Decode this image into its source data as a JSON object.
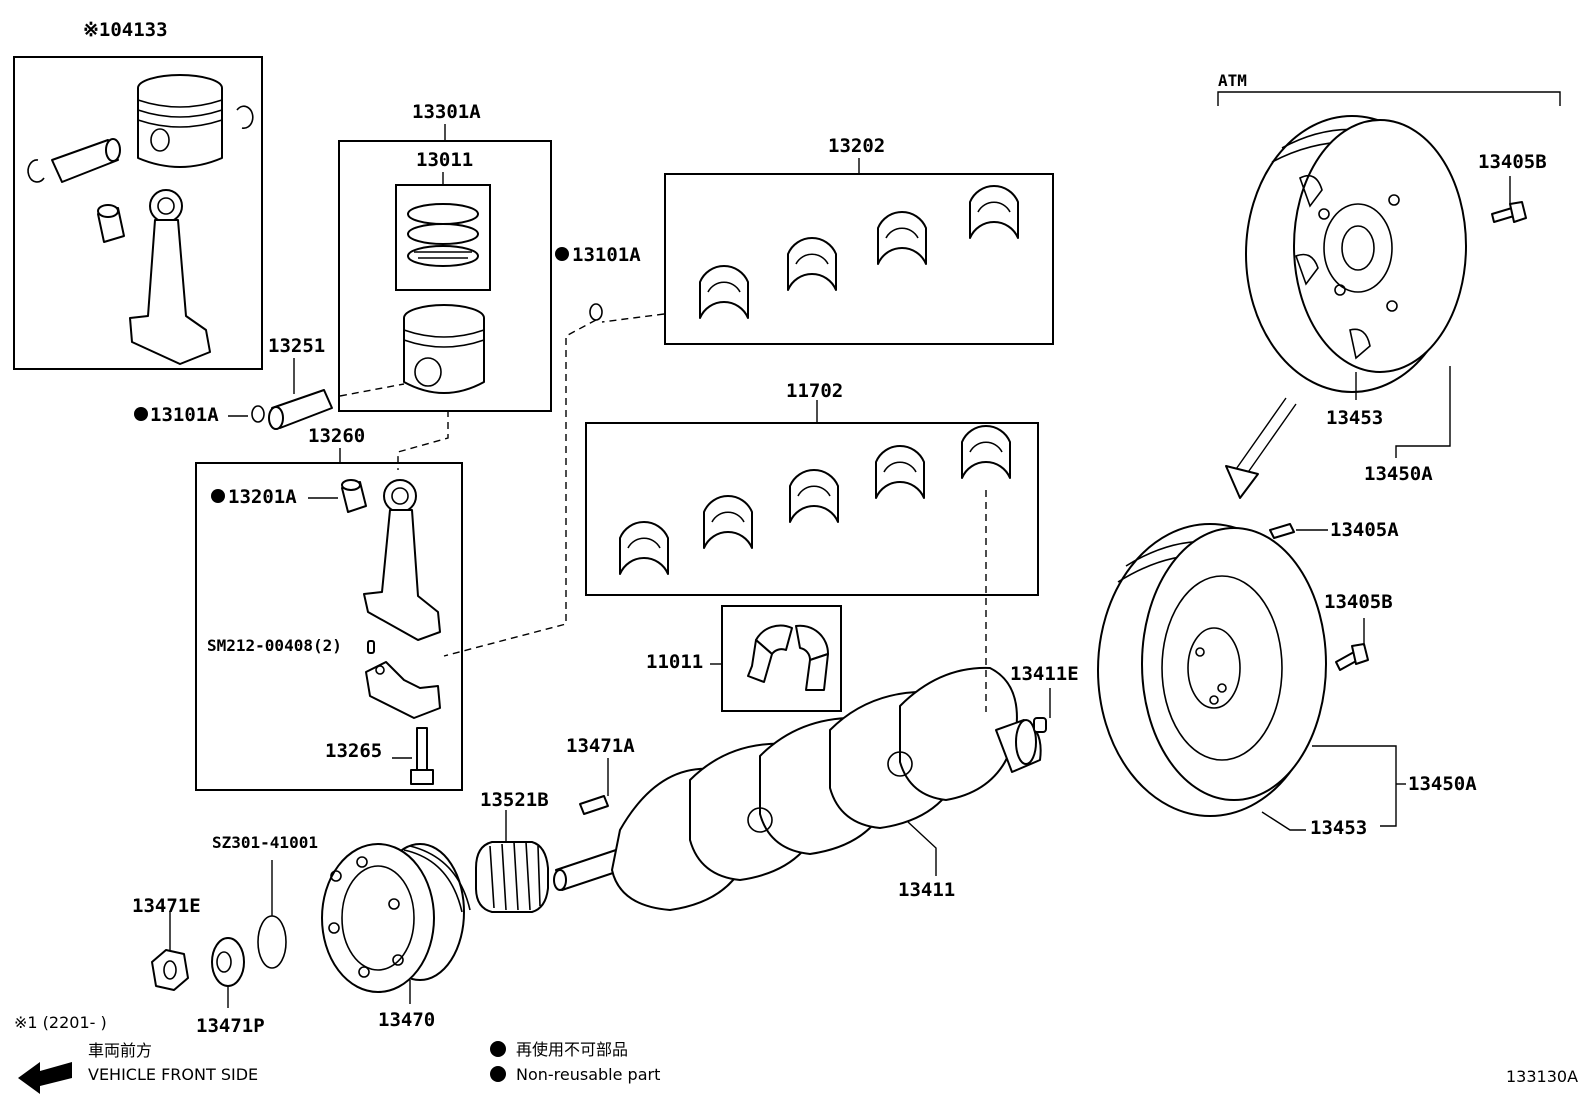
{
  "labels": {
    "kit_piston_set": "※104133",
    "piston_set_assy": "13301A",
    "ring_set": "13011",
    "bearing_upper": "13202",
    "snap_ring_right": "13101A",
    "piston_pin": "13251",
    "snap_ring_left": "13101A",
    "rod_assy": "13260",
    "rod_bush": "13201A",
    "rod_cap_pin": "SM212-00408(2)",
    "rod_bolt": "13265",
    "main_bearing_set": "11702",
    "thrust_washer": "11011",
    "flywheel_bolt_b_top": "13405B",
    "atm_header": "ATM",
    "drive_plate_top": "13453",
    "drive_plate_assy_top": "13450A",
    "dowel_pin": "13405A",
    "flywheel_bolt_b": "13405B",
    "crank_pin": "13411E",
    "key": "13471A",
    "timing_gear": "13521B",
    "oring": "SZ301-41001",
    "crankshaft": "13411",
    "flywheel_assy": "13450A",
    "flywheel": "13453",
    "nut": "13471E",
    "washer": "13471P",
    "pulley": "13470",
    "footnote": "※1 (2201-    )",
    "front_jp": "車両前方",
    "front_en": "VEHICLE FRONT SIDE",
    "legend_jp": "再使用不可部品",
    "legend_en": "Non-reusable part",
    "diagram_code": "133130A"
  },
  "icons": {
    "non_reusable_marker": "filled-circle",
    "front_arrow": "left-arrow"
  }
}
